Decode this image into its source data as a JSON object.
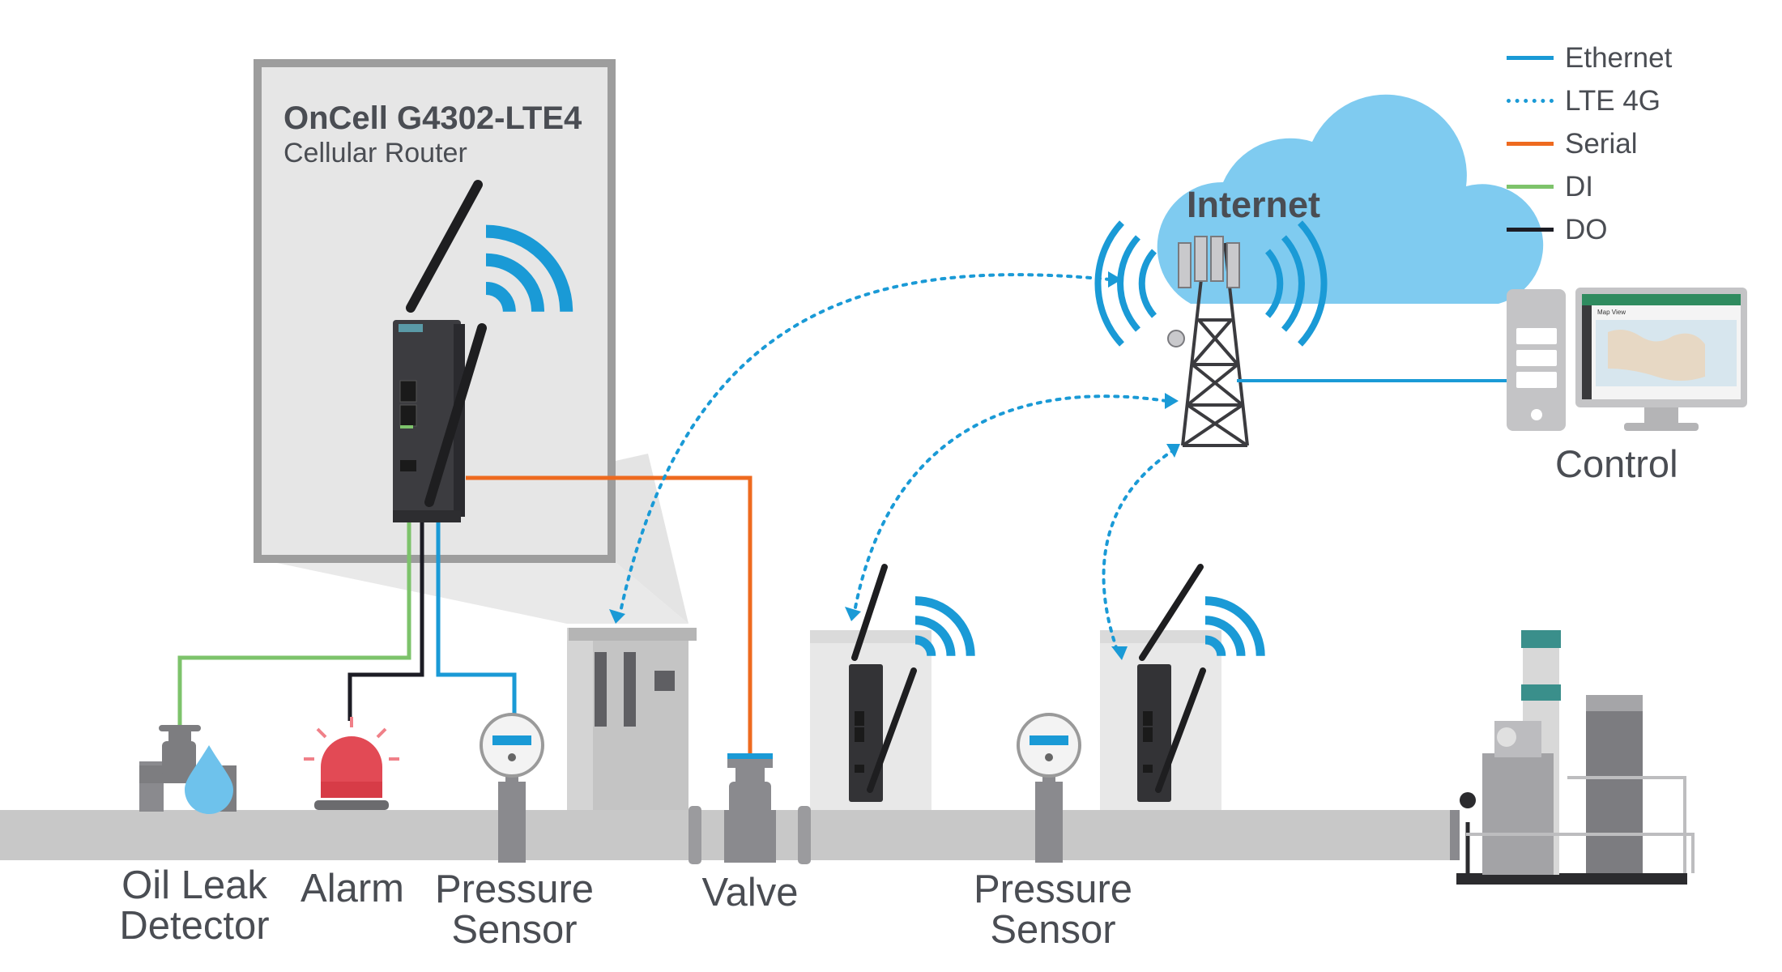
{
  "router": {
    "model": "OnCell G4302-LTE4",
    "type": "Cellular Router"
  },
  "cloud": {
    "label": "Internet"
  },
  "control": {
    "label": "Control",
    "screen_title": "Map View"
  },
  "legend": [
    {
      "label": "Ethernet",
      "color": "#1a9ad6",
      "style": "solid"
    },
    {
      "label": "LTE 4G",
      "color": "#1a9ad6",
      "style": "dotted"
    },
    {
      "label": "Serial",
      "color": "#ee6a1f",
      "style": "solid"
    },
    {
      "label": "DI",
      "color": "#7dc36b",
      "style": "solid"
    },
    {
      "label": "DO",
      "color": "#1c1c24",
      "style": "solid"
    }
  ],
  "devices": {
    "oil_leak": "Oil Leak\nDetector",
    "alarm": "Alarm",
    "pressure_sensor_1": "Pressure\nSensor",
    "valve": "Valve",
    "pressure_sensor_2": "Pressure\nSensor"
  },
  "colors": {
    "ethernet": "#1a9ad6",
    "serial": "#ee6a1f",
    "di": "#7dc36b",
    "do": "#1c1c24",
    "cloud": "#7fcbf0",
    "pipe": "#c8c8c8",
    "text": "#4a4d53"
  }
}
